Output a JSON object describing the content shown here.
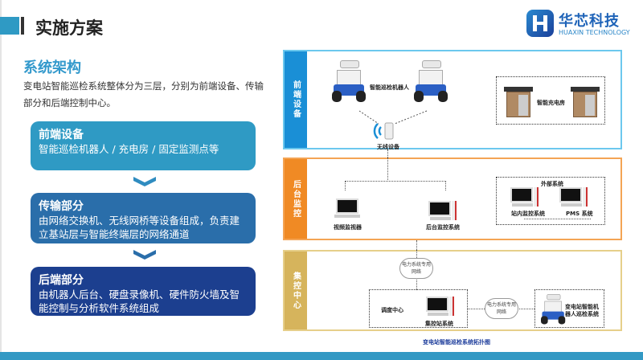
{
  "header": {
    "title": "实施方案"
  },
  "logo": {
    "name_cn": "华芯科技",
    "name_en": "HUAXIN TECHNOLOGY"
  },
  "section": {
    "subtitle": "系统架构",
    "intro": "变电站智能巡检系统整体分为三层，分别为前端设备、传输部分和后端控制中心。"
  },
  "cards": [
    {
      "title": "前端设备",
      "text": "智能巡检机器人 / 充电房  / 固定监测点等",
      "color": "#2f9ac4"
    },
    {
      "title": "传输部分",
      "text": "由网络交换机、无线网桥等设备组成，负责建立基站层与智能终端层的网络通道",
      "color": "#2a6eaa"
    },
    {
      "title": "后端部分",
      "text": "由机器人后台、硬盘录像机、硬件防火墙及智能控制与分析软件系统组成",
      "color": "#1c3f8f"
    }
  ],
  "diagram": {
    "layers": [
      {
        "label": "前端设备",
        "color": "#1a8fd6",
        "border": "#6cc8ee"
      },
      {
        "label": "后台监控",
        "color": "#f08a24",
        "border": "#f4a454"
      },
      {
        "label": "集控中心",
        "color": "#d6b45c",
        "border": "#e6cf8a"
      }
    ],
    "labels": {
      "robot": "智能巡检机器人",
      "charging_room": "智能充电房",
      "wireless": "无线设备",
      "video_monitor": "视频监视器",
      "backend_system": "后台监控系统",
      "external": "外部系统",
      "station_monitor": "站内监控系统",
      "pms": "PMS 系统",
      "power_network": "电力系统专用网络",
      "power_network2": "电力系统专用网络",
      "dispatch": "调度中心",
      "central_station": "集控站系统",
      "robot_system": "变电站智能机器人巡检系统"
    },
    "caption": "变电站智能巡检系统拓扑图"
  }
}
